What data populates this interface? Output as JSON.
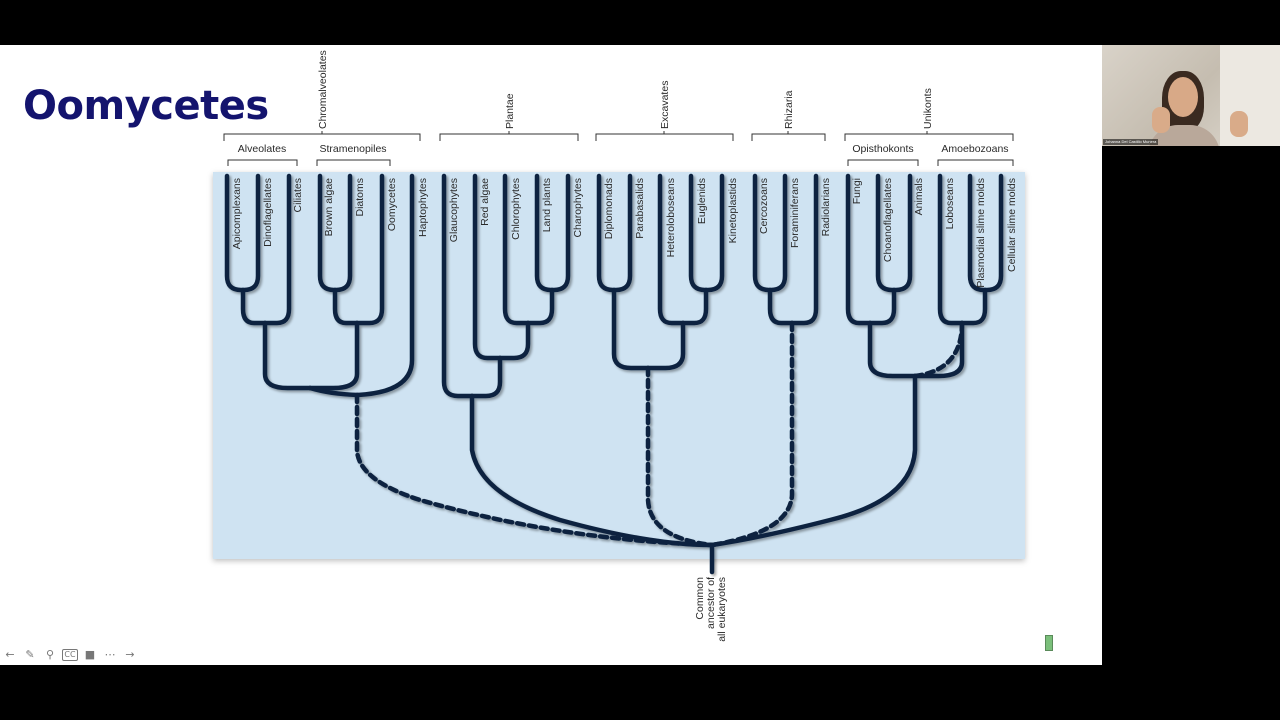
{
  "slide": {
    "title": "Oomycetes"
  },
  "tree": {
    "supergroups": [
      "Chromalveolates",
      "Plantae",
      "Excavates",
      "Rhizaria",
      "Unikonts"
    ],
    "subgroups": [
      "Alveolates",
      "Stramenopiles",
      "Opisthokonts",
      "Amoebozoans"
    ],
    "tips": [
      "Apicomplexans",
      "Dinoflagellates",
      "Ciliates",
      "Brown algae",
      "Diatoms",
      "Oomycetes",
      "Haptophytes",
      "Glaucophytes",
      "Red algae",
      "Chlorophytes",
      "Land plants",
      "Charophytes",
      "Diplomonads",
      "Parabasalids",
      "Heteroloboseans",
      "Euglenids",
      "Kinetoplastids",
      "Cercozoans",
      "Foraminiferans",
      "Radiolarians",
      "Fungi",
      "Choanoflagellates",
      "Animals",
      "Loboseans",
      "Plasmodial slime molds",
      "Cellular slime molds"
    ],
    "root_label": [
      "Common",
      "ancestor of",
      "all eukaryotes"
    ],
    "colors": {
      "branch": "#0b2340",
      "panel": "#cfe3f2"
    }
  },
  "camera": {
    "participant_name": "Johanna Del Castillo Munera"
  },
  "controls": {
    "prev_icon": "arrow-left-icon",
    "pen_icon": "pen-icon",
    "zoom_icon": "magnifier-icon",
    "cc_label": "CC",
    "video_icon": "video-icon",
    "more_icon": "more-icon",
    "next_icon": "arrow-right-icon"
  }
}
